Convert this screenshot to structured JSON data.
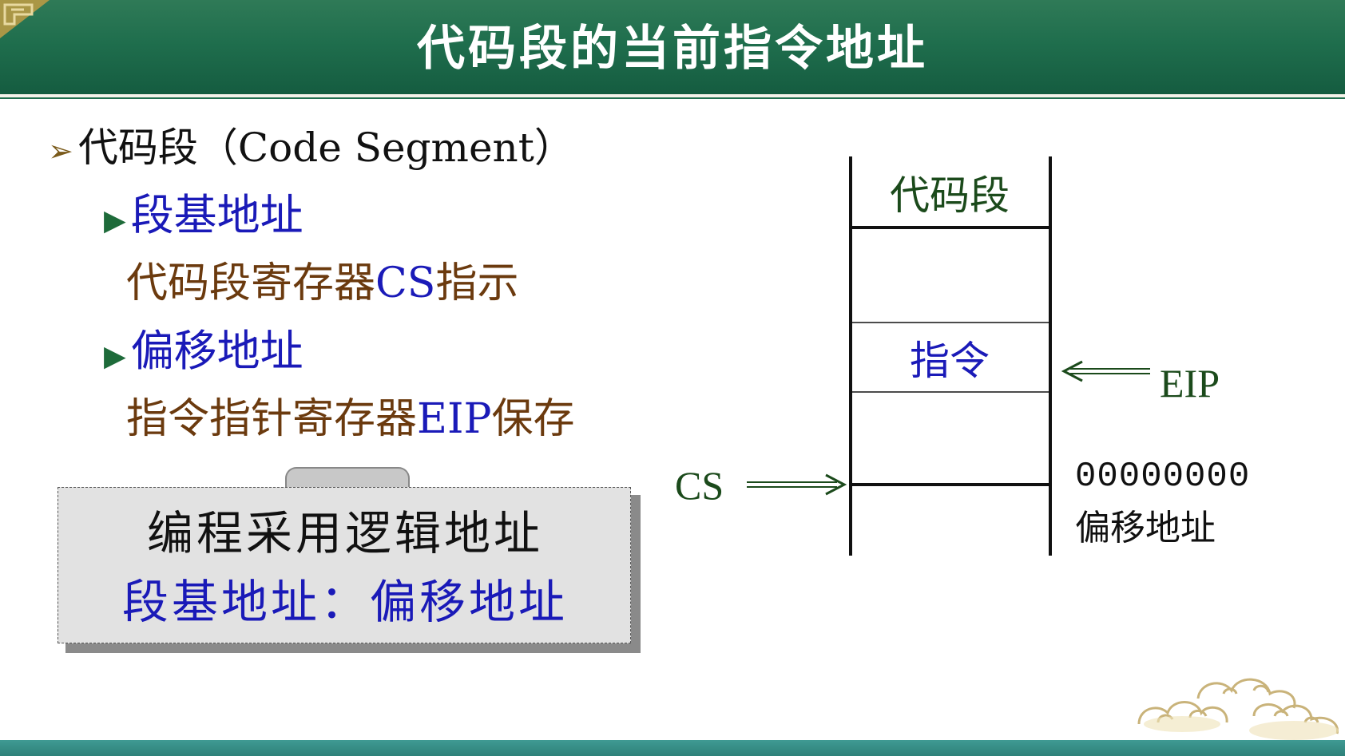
{
  "title": "代码段的当前指令地址",
  "content": {
    "item1": {
      "bullet": "➢",
      "text": "代码段（Code Segment）"
    },
    "item2": {
      "bullet": "▶",
      "text": "段基地址"
    },
    "item3": {
      "text_prefix": "代码段寄存器",
      "reg": "CS",
      "text_suffix": "指示"
    },
    "item4": {
      "bullet": "▶",
      "text": "偏移地址"
    },
    "item5": {
      "text_prefix": "指令指针寄存器",
      "reg": "EIP",
      "text_suffix": "保存"
    }
  },
  "callout": {
    "line1": "编程采用逻辑地址",
    "line2": "段基地址：偏移地址"
  },
  "diagram": {
    "segment_label": "代码段",
    "instruction_label": "指令",
    "eip_label": "EIP",
    "cs_label": "CS",
    "offset_value": "00000000",
    "offset_label": "偏移地址"
  },
  "colors": {
    "title_bar": "#1f6e4d",
    "bottom_bar": "#2e8179",
    "blue_text": "#1a1ab8",
    "brown_text": "#6b3a0e",
    "diagram_green": "#1b4a1b"
  }
}
